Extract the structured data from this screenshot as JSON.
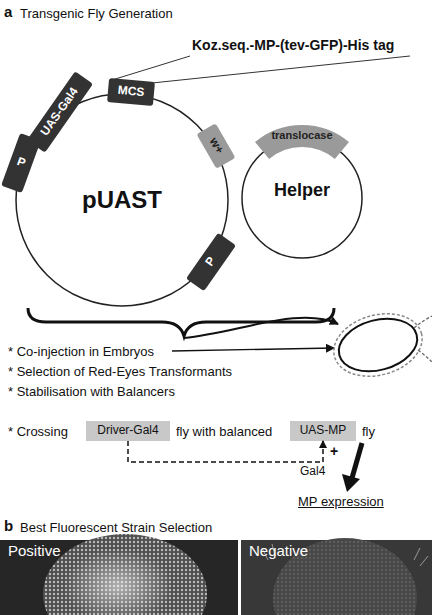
{
  "diagram": {
    "nodes": [
      {
        "text": [
          "pUAST"
        ]
      },
      {
        "text": [
          "P"
        ],
        "in": 0
      },
      {
        "text": [
          "UAS-Gal4"
        ],
        "in": 0
      },
      {
        "text": [
          "MCS"
        ],
        "in": 0
      },
      {
        "text": [
          "w+"
        ],
        "in": 0
      },
      {
        "text": [
          "P"
        ],
        "in": 0
      },
      {
        "text": [
          "Helper"
        ]
      },
      {
        "text": [
          "translocase"
        ],
        "in": 6
      },
      {
        "text": [
          "Driver-Gal4"
        ]
      },
      {
        "text": [
          "UAS-MP"
        ]
      },
      {
        "text": [
          "Positive"
        ]
      },
      {
        "text": [
          "Negative"
        ]
      }
    ],
    "edges": [
      {
        "from": 8,
        "to": 9,
        "arrow": "to",
        "label": "Gal4"
      }
    ],
    "labels": [
      "a",
      "Transgenic Fly Generation",
      "Koz.seq.-MP-(tev-GFP)-His tag",
      "* Co-injection in Embryos",
      "* Selection of Red-Eyes Transformants",
      "* Stabilisation with Balancers",
      "* Crossing",
      "fly with balanced",
      "fly",
      "+",
      "MP expression",
      "b",
      "Best Fluorescent Strain Selection"
    ]
  }
}
